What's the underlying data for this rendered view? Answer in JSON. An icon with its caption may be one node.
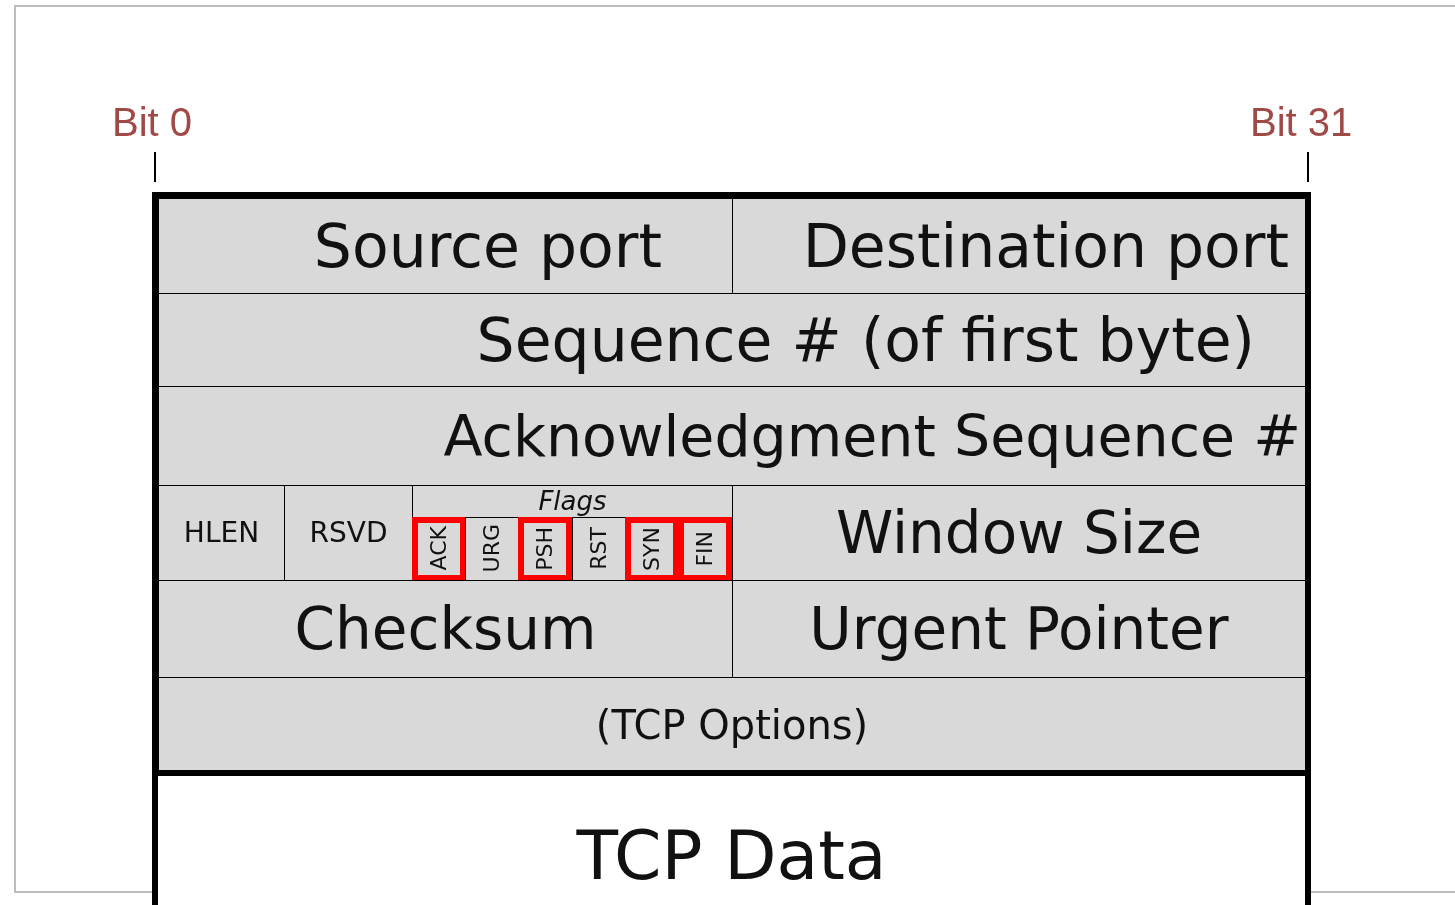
{
  "diagram": {
    "nodes": [
      {
        "text": [
          "Source port"
        ]
      },
      {
        "text": [
          "Destination port"
        ]
      },
      {
        "text": [
          "Sequence # (of first byte)"
        ]
      },
      {
        "text": [
          "Acknowledgment  Sequence #"
        ]
      },
      {
        "text": [
          "HLEN"
        ]
      },
      {
        "text": [
          "RSVD"
        ]
      },
      {
        "text": [
          "Flags"
        ]
      },
      {
        "text": [
          "ACK"
        ],
        "in": 6
      },
      {
        "text": [
          "URG"
        ],
        "in": 6
      },
      {
        "text": [
          "PSH"
        ],
        "in": 6
      },
      {
        "text": [
          "RST"
        ],
        "in": 6
      },
      {
        "text": [
          "SYN"
        ],
        "in": 6
      },
      {
        "text": [
          "FIN"
        ],
        "in": 6
      },
      {
        "text": [
          "Window Size"
        ]
      },
      {
        "text": [
          "Checksum"
        ]
      },
      {
        "text": [
          "Urgent Pointer"
        ]
      },
      {
        "text": [
          "(TCP Options)"
        ]
      },
      {
        "text": [
          "TCP Data"
        ]
      }
    ],
    "edges": [],
    "labels": [
      "Bit 0",
      "Bit 31"
    ]
  }
}
